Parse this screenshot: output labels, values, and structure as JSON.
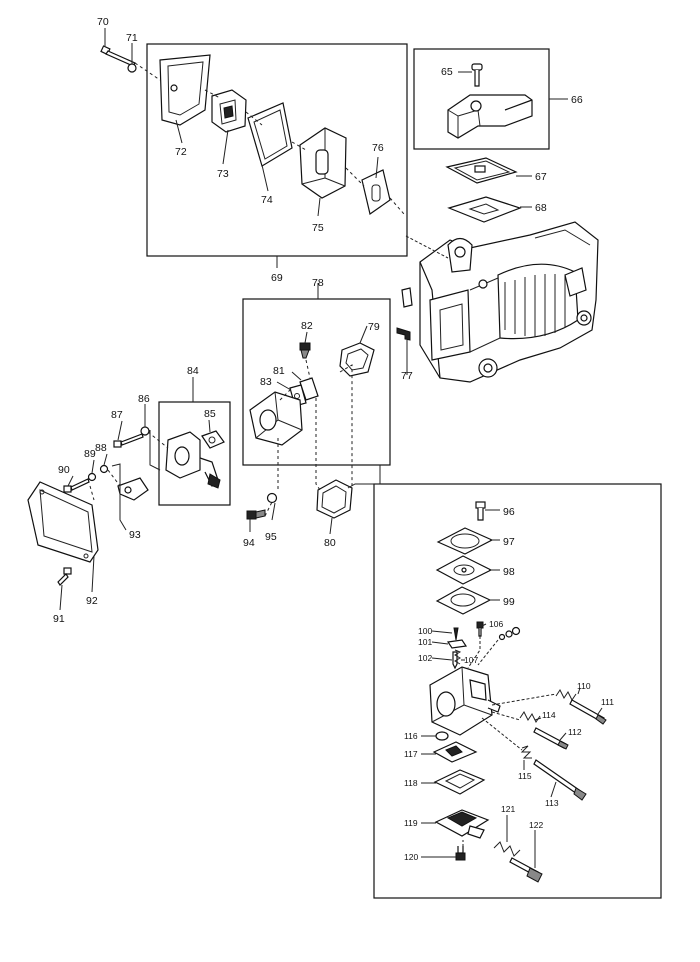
{
  "diagram": {
    "callouts": {
      "c65": "65",
      "c66": "66",
      "c67": "67",
      "c68": "68",
      "c69": "69",
      "c70": "70",
      "c71": "71",
      "c72": "72",
      "c73": "73",
      "c74": "74",
      "c75": "75",
      "c76": "76",
      "c77": "77",
      "c78": "78",
      "c79": "79",
      "c80": "80",
      "c81": "81",
      "c82": "82",
      "c83": "83",
      "c84": "84",
      "c85": "85",
      "c86": "86",
      "c87": "87",
      "c88": "88",
      "c89": "89",
      "c90": "90",
      "c91": "91",
      "c92": "92",
      "c93": "93",
      "c94": "94",
      "c95": "95",
      "c96": "96",
      "c97": "97",
      "c98": "98",
      "c99": "99",
      "c100": "100",
      "c101": "101",
      "c102": "102",
      "c106": "106",
      "c107": "107",
      "c110": "110",
      "c111": "111",
      "c112": "112",
      "c113": "113",
      "c114": "114",
      "c115": "115",
      "c116": "116",
      "c117": "117",
      "c118": "118",
      "c119": "119",
      "c120": "120",
      "c121": "121",
      "c122": "122"
    }
  }
}
